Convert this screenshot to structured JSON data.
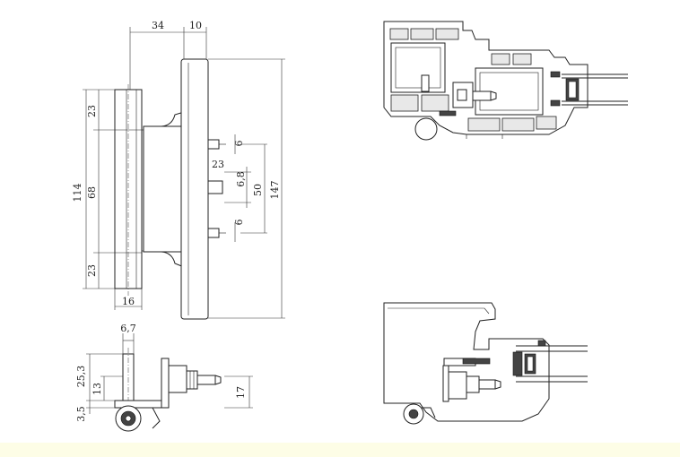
{
  "dimensions": {
    "front_view": {
      "width_34": "34",
      "width_10": "10",
      "height_114": "114",
      "height_68": "68",
      "segment_top_23": "23",
      "segment_bottom_23": "23",
      "height_147": "147",
      "spacing_50": "50",
      "pin_offset_23": "23",
      "pin_6_top": "6",
      "pin_6_8": "6,8",
      "pin_6_bottom": "6",
      "width_16": "16"
    },
    "side_view": {
      "d_6_7": "6,7",
      "d_25_3": "25,3",
      "d_13": "13",
      "d_17": "17",
      "d_3_5": "3,5"
    }
  }
}
